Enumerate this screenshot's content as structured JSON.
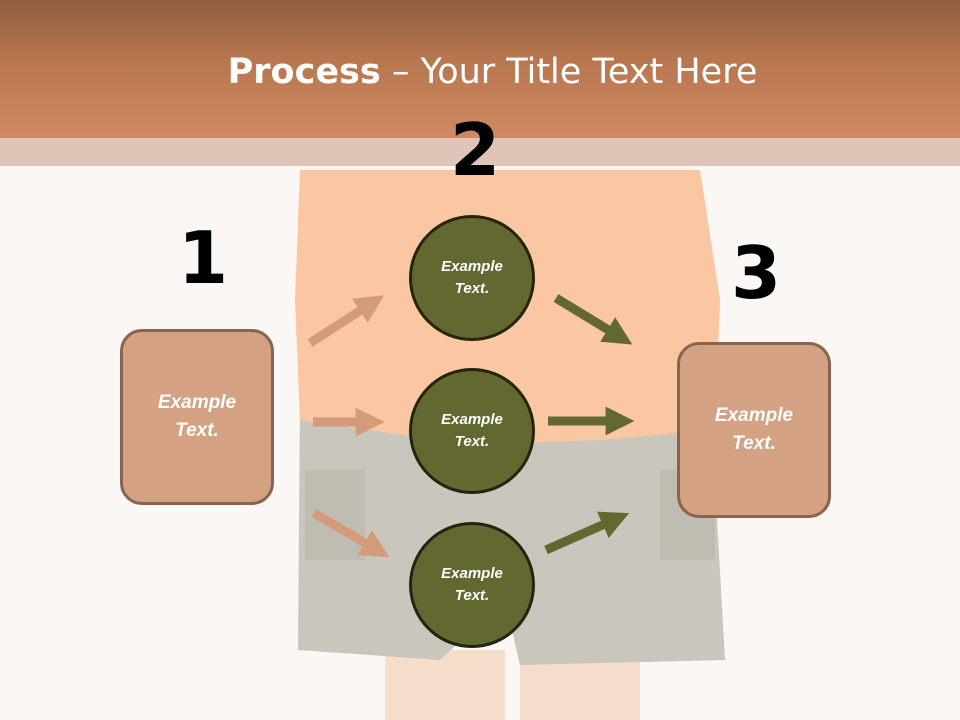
{
  "slide": {
    "title_bold": "Process",
    "title_rest": " – Your Title Text Here"
  },
  "steps": [
    {
      "number": "1",
      "box_text_line1": "Example",
      "box_text_line2": "Text."
    },
    {
      "number": "2"
    },
    {
      "number": "3",
      "box_text_line1": "Example",
      "box_text_line2": "Text."
    }
  ],
  "circles": [
    {
      "line1": "Example",
      "line2": "Text."
    },
    {
      "line1": "Example",
      "line2": "Text."
    },
    {
      "line1": "Example",
      "line2": "Text."
    }
  ],
  "colors": {
    "header": "#b9774f",
    "box_fill": "#d4a283",
    "circle_fill": "#636830",
    "arrow_left": "#d39b79",
    "arrow_right": "#636830"
  }
}
